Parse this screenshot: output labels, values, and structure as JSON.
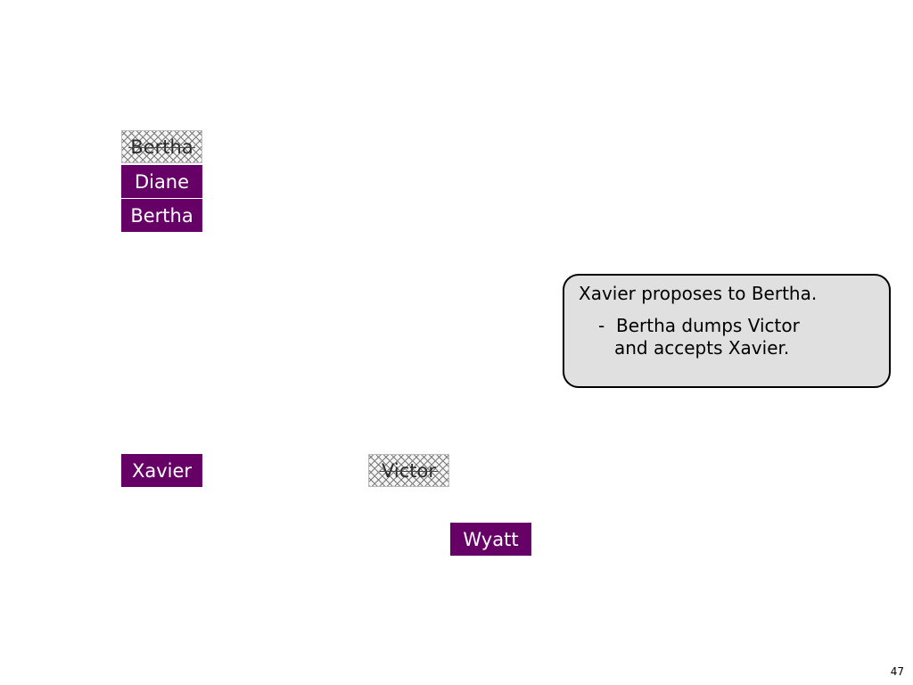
{
  "women_column": {
    "rejected_top": "Bertha",
    "second": "Diane",
    "third": "Bertha"
  },
  "men": {
    "proposer": "Xavier",
    "dumped": "Victor",
    "other": "Wyatt"
  },
  "callout": {
    "line1": "Xavier proposes to Bertha.",
    "dash": "-",
    "line2": "Bertha dumps Victor",
    "line3": "and accepts Xavier."
  },
  "page_number": "47",
  "colors": {
    "accent": "#660066",
    "callout_fill": "#e0e0e0",
    "hatch": "#7a7a7a"
  }
}
